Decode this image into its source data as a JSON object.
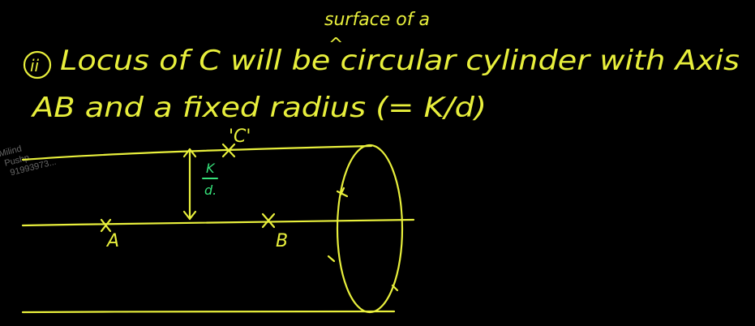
{
  "notes": {
    "insert_text": "surface of a",
    "line1": "Locus of C will be circular cylinder with Axis",
    "line2": "AB and a fixed radius (= K/d)",
    "list_marker": "ii",
    "caret": "^"
  },
  "figure": {
    "label_A": "A",
    "label_B": "B",
    "label_C": "'C'",
    "dimension_numerator": "K",
    "dimension_denominator": "d."
  },
  "watermark": {
    "name_line1": "Milind",
    "name_line2": "Pushp",
    "phone": "91993973..."
  },
  "colors": {
    "background": "#000000",
    "ink": "#e8ef3c",
    "highlight": "#36e27a"
  }
}
